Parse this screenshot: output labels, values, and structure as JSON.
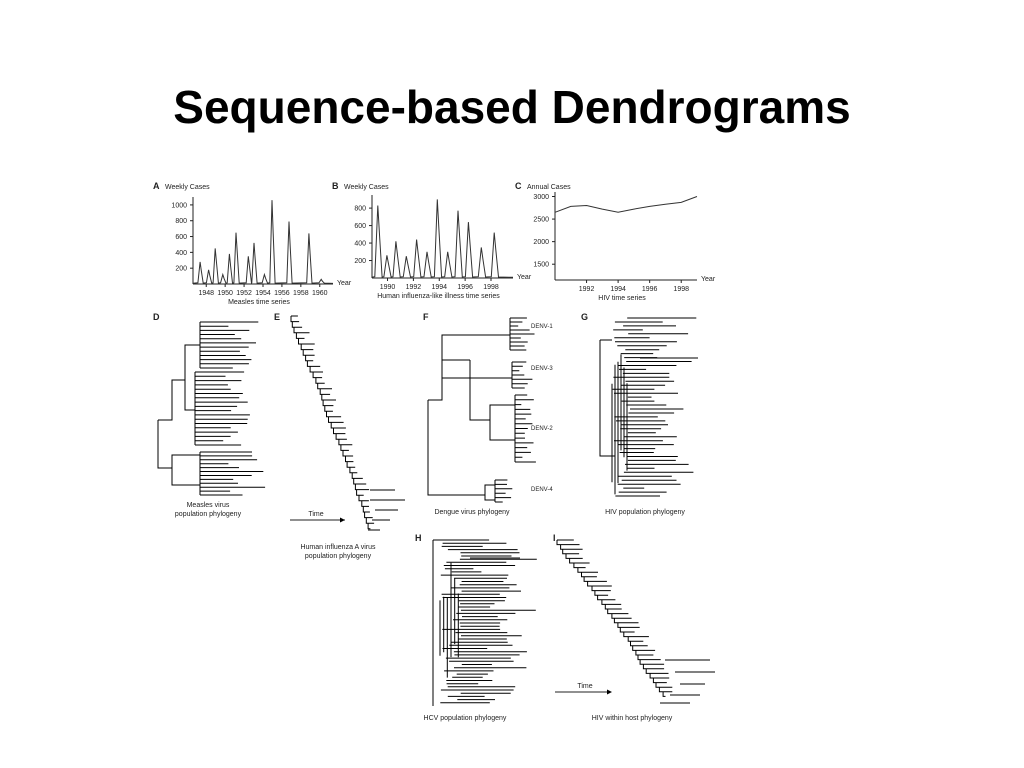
{
  "slide": {
    "title": "Sequence-based Dendrograms"
  },
  "chart_data": [
    {
      "type": "line",
      "panel": "A",
      "ylabel": "Weekly Cases",
      "xlabel": "Year",
      "caption": "Measles time series",
      "yticks": [
        200,
        400,
        600,
        800,
        1000
      ],
      "xticks": [
        "1948",
        "1950",
        "1952",
        "1954",
        "1956",
        "1958",
        "1960"
      ],
      "xlim": [
        1946.6,
        1961.4
      ],
      "ylim": [
        0,
        1100
      ],
      "peaks": [
        {
          "x": 1947.4,
          "y": 280
        },
        {
          "x": 1948.3,
          "y": 180
        },
        {
          "x": 1949.0,
          "y": 450
        },
        {
          "x": 1949.8,
          "y": 120
        },
        {
          "x": 1950.5,
          "y": 380
        },
        {
          "x": 1951.2,
          "y": 650
        },
        {
          "x": 1952.5,
          "y": 350
        },
        {
          "x": 1953.1,
          "y": 520
        },
        {
          "x": 1954.2,
          "y": 120
        },
        {
          "x": 1955.0,
          "y": 1060
        },
        {
          "x": 1956.8,
          "y": 790
        },
        {
          "x": 1958.9,
          "y": 640
        },
        {
          "x": 1960.2,
          "y": 60
        }
      ]
    },
    {
      "type": "line",
      "panel": "B",
      "ylabel": "Weekly Cases",
      "xlabel": "Year",
      "caption": "Human influenza-like illness time series",
      "yticks": [
        200,
        400,
        600,
        800
      ],
      "xticks": [
        "1990",
        "1992",
        "1994",
        "1996",
        "1998"
      ],
      "xlim": [
        1988.8,
        1999.7
      ],
      "ylim": [
        0,
        950
      ],
      "peaks": [
        {
          "x": 1989.3,
          "y": 830
        },
        {
          "x": 1990.0,
          "y": 260
        },
        {
          "x": 1990.7,
          "y": 420
        },
        {
          "x": 1991.5,
          "y": 250
        },
        {
          "x": 1992.3,
          "y": 440
        },
        {
          "x": 1993.1,
          "y": 300
        },
        {
          "x": 1993.9,
          "y": 900
        },
        {
          "x": 1994.7,
          "y": 300
        },
        {
          "x": 1995.5,
          "y": 770
        },
        {
          "x": 1996.3,
          "y": 640
        },
        {
          "x": 1997.3,
          "y": 350
        },
        {
          "x": 1998.3,
          "y": 520
        }
      ]
    },
    {
      "type": "line",
      "panel": "C",
      "ylabel": "Annual Cases",
      "xlabel": "Year",
      "caption": "HIV time series",
      "yticks": [
        1500,
        2000,
        2500,
        3000
      ],
      "xticks": [
        "1992",
        "1994",
        "1996",
        "1998"
      ],
      "xlim": [
        1990,
        1999
      ],
      "ylim": [
        1150,
        3100
      ],
      "x": [
        1990,
        1991,
        1992,
        1993,
        1994,
        1995,
        1996,
        1997,
        1998,
        1999
      ],
      "values": [
        2650,
        2780,
        2800,
        2720,
        2650,
        2720,
        2780,
        2830,
        2870,
        3000
      ]
    }
  ],
  "phylogenies": {
    "D": {
      "caption": "Measles virus\npopulation phylogeny"
    },
    "E": {
      "caption": "Human influenza A virus\npopulation phylogeny",
      "time_label": "Time"
    },
    "F": {
      "caption": "Dengue virus phylogeny",
      "clades": [
        "DENV-1",
        "DENV-3",
        "DENV-2",
        "DENV-4"
      ]
    },
    "G": {
      "caption": "HIV population phylogeny"
    },
    "H": {
      "caption": "HCV population phylogeny"
    },
    "I": {
      "caption": "HIV within host phylogeny",
      "time_label": "Time"
    }
  }
}
